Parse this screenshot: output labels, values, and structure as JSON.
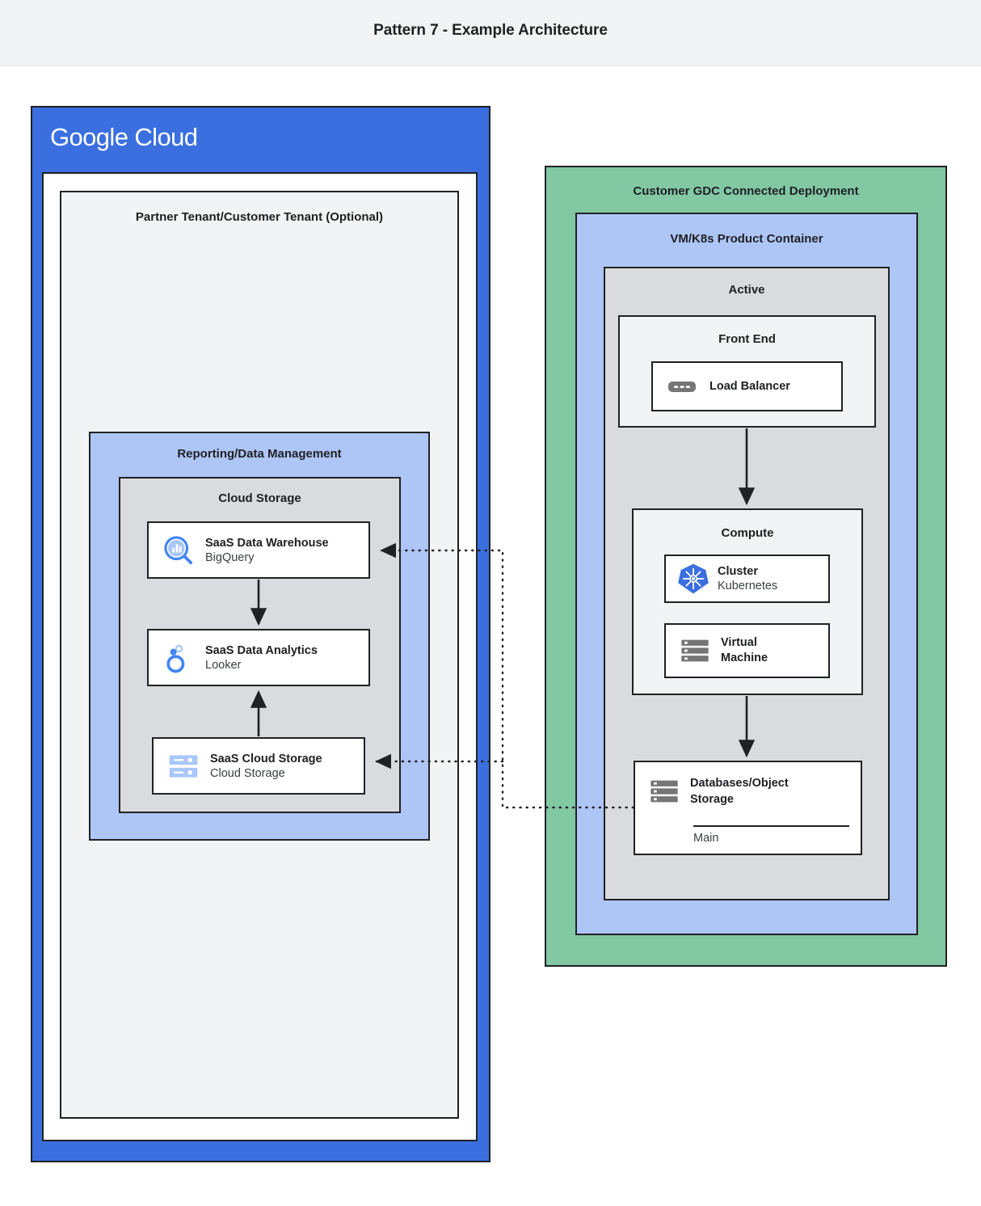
{
  "header": {
    "title": "Pattern 7 - Example Architecture"
  },
  "google_cloud": {
    "logo_first": "Google",
    "logo_second": "Cloud",
    "tenant_label": "Partner Tenant/Customer Tenant (Optional)",
    "reporting_label": "Reporting/Data Management",
    "cloud_storage_group_label": "Cloud Storage",
    "services": [
      {
        "icon": "bigquery-icon",
        "title": "SaaS Data Warehouse",
        "subtitle": "BigQuery"
      },
      {
        "icon": "looker-icon",
        "title": "SaaS Data Analytics",
        "subtitle": "Looker"
      },
      {
        "icon": "cloud-storage-icon",
        "title": "SaaS Cloud Storage",
        "subtitle": "Cloud Storage"
      }
    ]
  },
  "gdc": {
    "deployment_label": "Customer GDC Connected Deployment",
    "product_container_label": "VM/K8s Product Container",
    "active_label": "Active",
    "frontend_label": "Front End",
    "load_balancer": {
      "icon": "load-balancer-icon",
      "title": "Load Balancer"
    },
    "compute_label": "Compute",
    "cluster": {
      "icon": "kubernetes-icon",
      "title": "Cluster",
      "subtitle": "Kubernetes"
    },
    "vm": {
      "icon": "virtual-machine-icon",
      "title_line1": "Virtual",
      "title_line2": "Machine"
    },
    "database": {
      "icon": "database-icon",
      "title_line1": "Databases/Object",
      "title_line2": "Storage",
      "detail": "Main"
    }
  },
  "colors": {
    "google_blue": "#3b6fe0",
    "light_blue": "#aec6f6",
    "green": "#81c8a3",
    "grey": "#d9dbde",
    "light_grey": "#f1f3f4",
    "outline": "#202124",
    "icon_blue": "#4285f4",
    "icon_grey": "#757575"
  }
}
